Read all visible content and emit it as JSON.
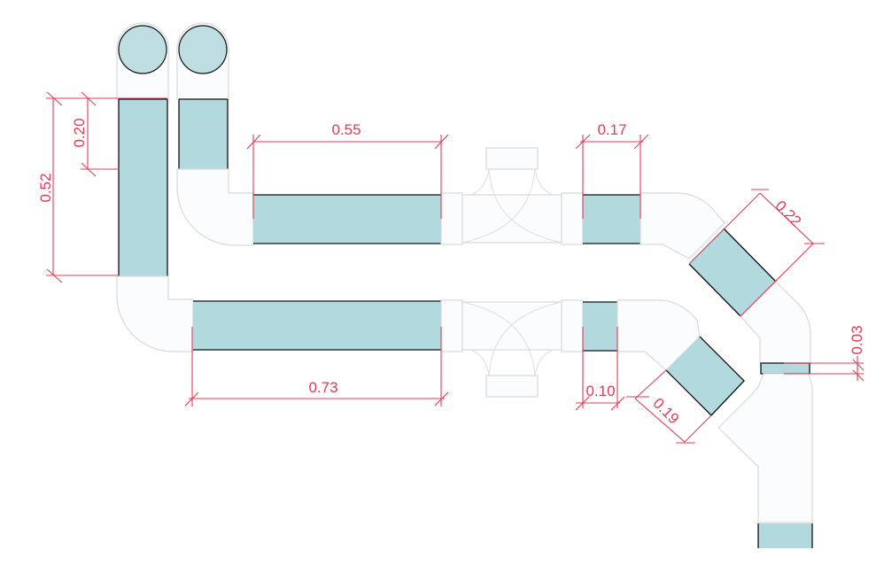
{
  "diagram": {
    "type": "duct-pipe-layout",
    "colors": {
      "pipe_fill": "#b2d9de",
      "fitting_fill": "#fbfcfe",
      "fitting_stroke": "#d9d9d9",
      "dimension": "#e03c55",
      "outline": "#111111"
    },
    "dimensions": {
      "vertical_left_total": "0.52",
      "vertical_left_inner": "0.20",
      "top_horizontal": "0.55",
      "top_right_short": "0.17",
      "diagonal_upper": "0.22",
      "right_small": "0.03",
      "bottom_horizontal": "0.73",
      "bottom_right_short": "0.10",
      "diagonal_lower": "0.19"
    }
  }
}
